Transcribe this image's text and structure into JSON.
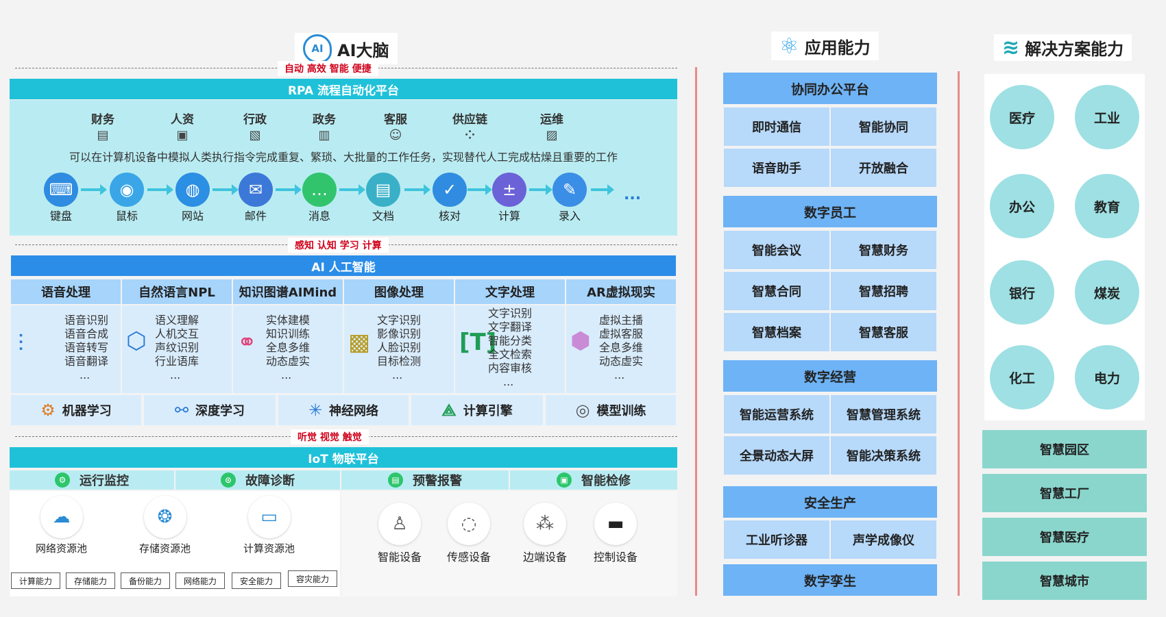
{
  "ai_brain": {
    "title": "AI大脑",
    "icon_text": "AI",
    "tag1": "自动 高效 智能 便捷",
    "tag2": "感知 认知 学习 计算",
    "tag3": "听觉 视觉 触觉",
    "rpa": {
      "title": "RPA 流程自动化平台",
      "departments": [
        "财务",
        "人资",
        "行政",
        "政务",
        "客服",
        "供应链",
        "运维"
      ],
      "description": "可以在计算机设备中模拟人类执行指令完成重复、繁琐、大批量的工作任务，实现替代人工完成枯燥且重要的工作",
      "steps": [
        "键盘",
        "鼠标",
        "网站",
        "邮件",
        "消息",
        "文档",
        "核对",
        "计算",
        "录入"
      ],
      "more": "..."
    },
    "ai": {
      "title": "AI 人工智能",
      "columns": [
        {
          "head": "语音处理",
          "items": [
            "语音识别",
            "语音合成",
            "语音转写",
            "语音翻译",
            "..."
          ]
        },
        {
          "head": "自然语言NPL",
          "items": [
            "语义理解",
            "人机交互",
            "声纹识别",
            "行业语库",
            "..."
          ]
        },
        {
          "head": "知识图谱AIMind",
          "items": [
            "实体建模",
            "知识训练",
            "全息多维",
            "动态虚实",
            "..."
          ]
        },
        {
          "head": "图像处理",
          "items": [
            "文字识别",
            "影像识别",
            "人脸识别",
            "目标检测",
            "..."
          ]
        },
        {
          "head": "文字处理",
          "items": [
            "文字识别",
            "文字翻译",
            "智能分类",
            "全文检索",
            "内容审核",
            "..."
          ]
        },
        {
          "head": "AR虚拟现实",
          "items": [
            "虚拟主播",
            "虚拟客服",
            "全息多维",
            "动态虚实",
            "..."
          ]
        }
      ],
      "ml": [
        "机器学习",
        "深度学习",
        "神经网络",
        "计算引擎",
        "模型训练"
      ]
    },
    "iot": {
      "title": "IoT 物联平台",
      "subs": [
        "运行监控",
        "故障诊断",
        "预警报警",
        "智能检修"
      ],
      "pools": [
        "网络资源池",
        "存储资源池",
        "计算资源池"
      ],
      "devices": [
        "智能设备",
        "传感设备",
        "边端设备",
        "控制设备"
      ],
      "capabilities": [
        "计算能力",
        "存储能力",
        "备份能力",
        "网络能力",
        "安全能力",
        "容灾能力"
      ]
    }
  },
  "app": {
    "title": "应用能力",
    "groups": [
      {
        "head": "协同办公平台",
        "cells": [
          "即时通信",
          "智能协同",
          "语音助手",
          "开放融合"
        ]
      },
      {
        "head": "数字员工",
        "cells": [
          "智能会议",
          "智慧财务",
          "智慧合同",
          "智慧招聘",
          "智慧档案",
          "智慧客服"
        ]
      },
      {
        "head": "数字经营",
        "cells": [
          "智能运营系统",
          "智慧管理系统",
          "全景动态大屏",
          "智能决策系统"
        ]
      },
      {
        "head": "安全生产",
        "cells": [
          "工业听诊器",
          "声学成像仪"
        ]
      },
      {
        "head": "数字孪生",
        "cells": []
      }
    ]
  },
  "solution": {
    "title": "解决方案能力",
    "circles": [
      "医疗",
      "工业",
      "办公",
      "教育",
      "银行",
      "煤炭",
      "化工",
      "电力"
    ],
    "bars": [
      "智慧园区",
      "智慧工厂",
      "智慧医疗",
      "智慧城市"
    ]
  }
}
